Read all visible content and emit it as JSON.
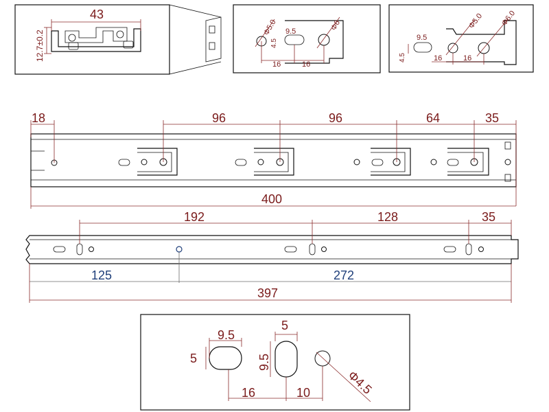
{
  "detail_profile": {
    "width": "43",
    "height": "12.7±0.2"
  },
  "detail_slot_a": {
    "d1": "Φ5.0",
    "d2": "Φ6",
    "slot": "9.5",
    "h": "4.5",
    "s1": "16",
    "s2": "16"
  },
  "detail_slot_b": {
    "d1": "Φ5.0",
    "d2": "Φ6.0",
    "slot": "9.5",
    "h": "4.5",
    "s1": "16",
    "s2": "16"
  },
  "rail_top": {
    "d_left": "18",
    "d1": "96",
    "d2": "96",
    "d3": "64",
    "d4": "35",
    "length": "400"
  },
  "rail_bottom": {
    "d1": "192",
    "d2": "128",
    "d3": "35",
    "b1": "125",
    "b2": "272",
    "length": "397"
  },
  "hole_detail": {
    "slot_w": "9.5",
    "slot_h": "5",
    "vslot_w": "5",
    "vslot_h": "9.5",
    "offset": "16",
    "gap": "10",
    "hole_d": "Φ4.5"
  },
  "colors": {
    "dim": "#7a1b1b",
    "dim_blue": "#1f3f7a",
    "line": "#111111"
  }
}
